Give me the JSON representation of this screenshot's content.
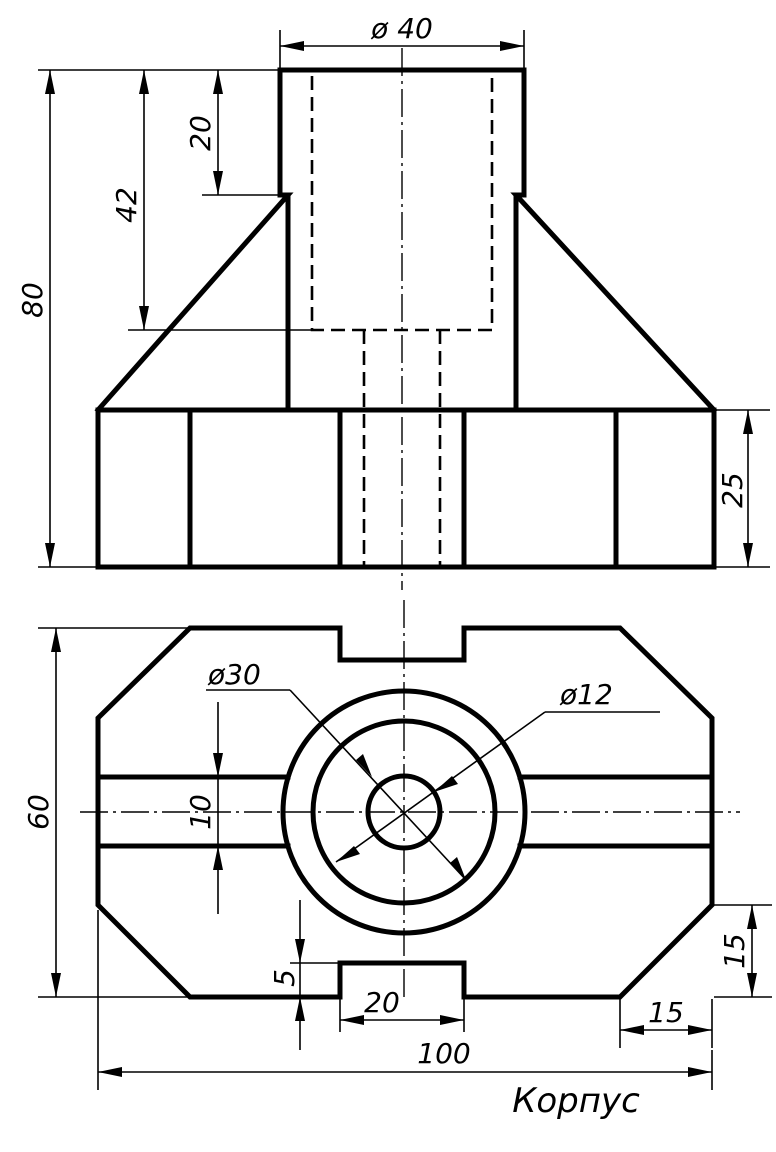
{
  "dimensions": {
    "top_diameter": "ø 40",
    "height_20": "20",
    "height_42": "42",
    "height_80": "80",
    "height_25": "25",
    "width_60": "60",
    "diameter_30": "ø30",
    "diameter_12": "ø12",
    "width_10": "10",
    "depth_5": "5",
    "slot_20": "20",
    "chamfer_15_vertical": "15",
    "chamfer_15_horizontal": "15",
    "length_100": "100"
  },
  "title": "Корпус"
}
